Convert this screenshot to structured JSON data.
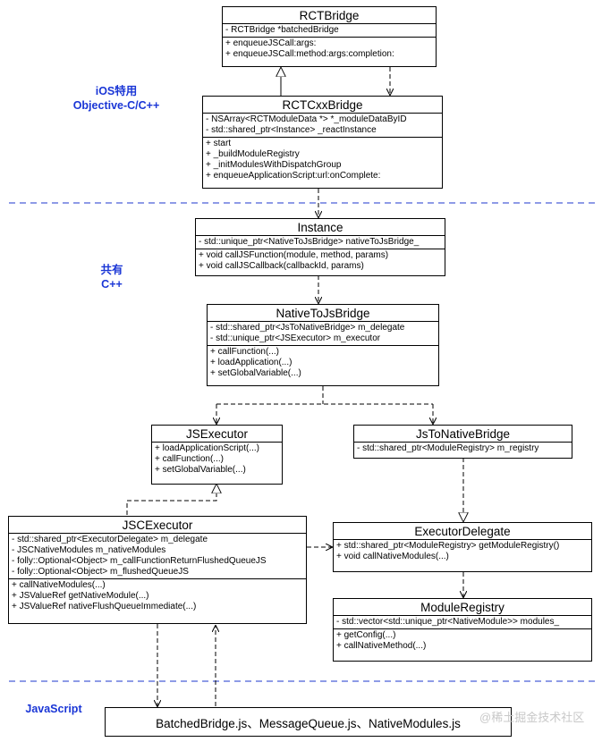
{
  "zones": {
    "ios": [
      "iOS特用",
      "Objective-C/C++"
    ],
    "shared": [
      "共有",
      "C++"
    ],
    "js": [
      "JavaScript"
    ]
  },
  "classes": {
    "rctbridge": {
      "title": "RCTBridge",
      "fields": [
        "- RCTBridge *batchedBridge"
      ],
      "methods": [
        "+ enqueueJSCall:args:",
        "+ enqueueJSCall:method:args:completion:"
      ]
    },
    "rctcxxbridge": {
      "title": "RCTCxxBridge",
      "fields": [
        "- NSArray<RCTModuleData *> *_moduleDataByID",
        "- std::shared_ptr<Instance> _reactInstance"
      ],
      "methods": [
        "+ start",
        "+ _buildModuleRegistry",
        "+ _initModulesWithDispatchGroup",
        "+ enqueueApplicationScript:url:onComplete:"
      ]
    },
    "instance": {
      "title": "Instance",
      "fields": [
        "- std::unique_ptr<NativeToJsBridge> nativeToJsBridge_"
      ],
      "methods": [
        "+ void callJSFunction(module, method, params)",
        "+ void callJSCallback(callbackId, params)"
      ]
    },
    "nativetojsbridge": {
      "title": "NativeToJsBridge",
      "fields": [
        "- std::shared_ptr<JsToNativeBridge> m_delegate",
        "- std::unique_ptr<JSExecutor> m_executor"
      ],
      "methods": [
        "+ callFunction(...)",
        "+ loadApplication(...)",
        "+ setGlobalVariable(...)"
      ]
    },
    "jsexecutor": {
      "title": "JSExecutor",
      "fields": [],
      "methods": [
        "+ loadApplicationScript(...)",
        "+ callFunction(...)",
        "+ setGlobalVariable(...)"
      ]
    },
    "jstonativebridge": {
      "title": "JsToNativeBridge",
      "fields": [
        "- std::shared_ptr<ModuleRegistry> m_registry"
      ],
      "methods": []
    },
    "jscexecutor": {
      "title": "JSCExecutor",
      "fields": [
        "- std::shared_ptr<ExecutorDelegate> m_delegate",
        "- JSCNativeModules m_nativeModules",
        "- folly::Optional<Object> m_callFunctionReturnFlushedQueueJS",
        "- folly::Optional<Object> m_flushedQueueJS"
      ],
      "methods": [
        "+ callNativeModules(...)",
        "+ JSValueRef getNativeModule(...)",
        "+ JSValueRef nativeFlushQueueImmediate(...)"
      ]
    },
    "executordelegate": {
      "title": "ExecutorDelegate",
      "fields": [],
      "methods": [
        "+ std::shared_ptr<ModuleRegistry> getModuleRegistry()",
        "+ void callNativeModules(...)"
      ]
    },
    "moduleregistry": {
      "title": "ModuleRegistry",
      "fields": [
        "- std::vector<std::unique_ptr<NativeModule>> modules_"
      ],
      "methods": [
        "+ getConfig(...)",
        "+ callNativeMethod(...)"
      ]
    }
  },
  "js_files": "BatchedBridge.js、MessageQueue.js、NativeModules.js",
  "watermark": "@稀土掘金技术社区",
  "colors": {
    "zone_label": "#1a36d6",
    "separator": "#4a5fd8"
  }
}
